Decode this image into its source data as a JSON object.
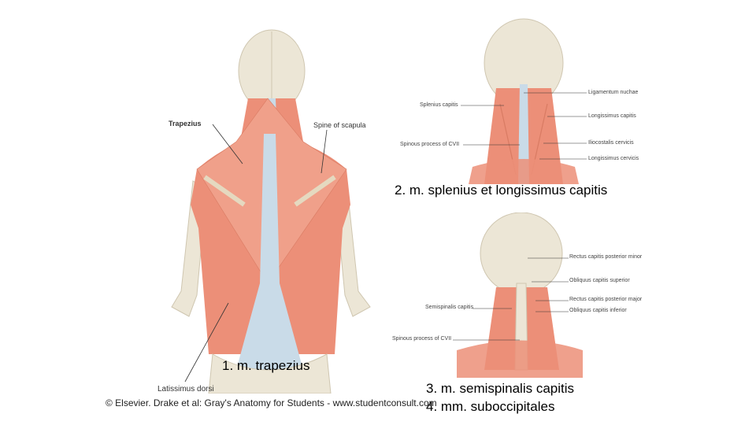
{
  "figure_left": {
    "labels": {
      "trapezius": "Trapezius",
      "spine_of_scapula": "Spine of scapula",
      "latissimus_dorsi": "Latissimus dorsi"
    }
  },
  "figure_top_right": {
    "labels": {
      "splenius_capitis": "Splenius capitis",
      "spinous_process_cvii": "Spinous process of CVII",
      "ligamentum_nuchae": "Ligamentum nuchae",
      "longissimus_capitis": "Longissimus capitis",
      "iliocostalis_cervicis": "Iliocostalis cervicis",
      "longissimus_cervicis": "Longissimus cervicis"
    }
  },
  "figure_bottom_right": {
    "labels": {
      "rectus_posterior_minor": "Rectus capitis posterior minor",
      "obliquus_superior": "Obliquus capitis superior",
      "semispinalis_capitis": "Semispinalis capitis",
      "rectus_posterior_major": "Rectus capitis posterior major",
      "obliquus_inferior": "Obliquus capitis inferior",
      "spinous_process_cvii": "Spinous process of CVII"
    }
  },
  "captions": {
    "c1": "1. m. trapezius",
    "c2": "2. m. splenius et longissimus capitis",
    "c3": "3. m. semispinalis capitis",
    "c4": "4. mm. suboccipitales"
  },
  "credit": "© Elsevier. Drake et al: Gray's Anatomy for Students - www.studentconsult.com",
  "colors": {
    "muscle": "#ec8f78",
    "muscle_light": "#f6b9a6",
    "tendon": "#c9dbe8",
    "bone": "#ece6d6",
    "bone_shade": "#d8cfba"
  }
}
